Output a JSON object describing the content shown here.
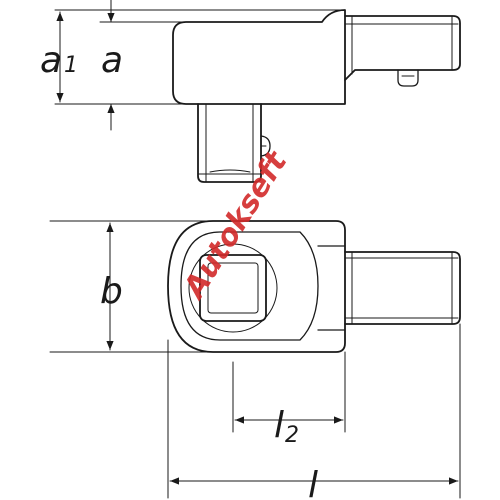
{
  "labels": {
    "a1_main": "a",
    "a1_sub": "1",
    "a": "a",
    "b": "b",
    "l2_main": "l",
    "l2_sub": "2",
    "l": "l"
  },
  "watermark": {
    "text": "Autokseft",
    "color": "#d22a2a"
  },
  "colors": {
    "line": "#1a1a1a",
    "background": "#ffffff"
  }
}
